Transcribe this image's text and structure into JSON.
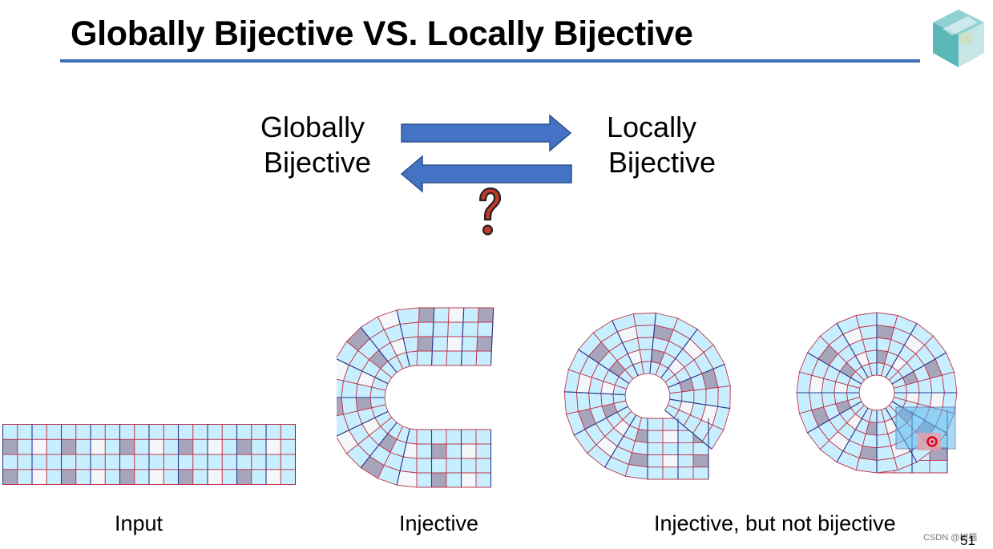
{
  "slide": {
    "title": "Globally Bijective VS. Locally Bijective",
    "page_number": "51",
    "watermark": "CSDN @树猫"
  },
  "concepts": {
    "left": [
      "Globally",
      "Bijective"
    ],
    "right": [
      "Locally",
      "Bijective"
    ]
  },
  "arrows": {
    "forward": "right-arrow",
    "backward": "left-arrow",
    "uncertainty": "question-mark-icon"
  },
  "figures": [
    {
      "id": "input",
      "caption": "Input",
      "grid": {
        "rows": 4,
        "cols": 20
      }
    },
    {
      "id": "injective",
      "caption": "Injective"
    },
    {
      "id": "not-bijective",
      "caption": "Injective, but not bijective"
    }
  ],
  "colors": {
    "accent": "#3f6fb6",
    "arrow_fill": "#4472c4",
    "cell_light": "#c8efff",
    "cell_dark": "#a7a5bc",
    "cell_white": "#f4f7f9",
    "grid_red": "#c0354a",
    "grid_blue": "#2c3a8c",
    "question_red": "#c0392b",
    "overlap_highlight": "#62bcef",
    "overlap_marker": "#e0001b"
  }
}
